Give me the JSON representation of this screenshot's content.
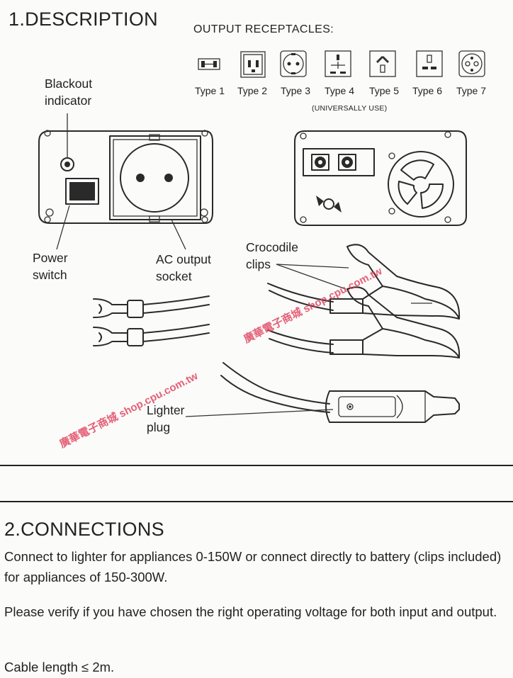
{
  "description": {
    "title": "1.DESCRIPTION",
    "receptacles_title": "OUTPUT RECEPTACLES:",
    "receptacle_types": [
      "Type 1",
      "Type 2",
      "Type 3",
      "Type 4",
      "Type 5",
      "Type 6",
      "Type 7"
    ],
    "universal_note": "(UNIVERSALLY USE)",
    "labels": {
      "blackout_line1": "Blackout",
      "blackout_line2": "indicator",
      "power_line1": "Power",
      "power_line2": "switch",
      "ac_line1": "AC output",
      "ac_line2": "socket",
      "croc_line1": "Crocodile",
      "croc_line2": "clips",
      "lighter_line1": "Lighter",
      "lighter_line2": "plug"
    },
    "watermark": "廣華電子商城 shop.cpu.com.tw"
  },
  "connections": {
    "title": "2.CONNECTIONS",
    "paragraph1": "Connect to lighter for appliances 0-150W or connect directly to battery (clips included) for appliances of 150-300W.",
    "paragraph2": "Please verify if you have chosen the right operating voltage for both input and output.",
    "paragraph3": "Cable length ≤ 2m."
  }
}
